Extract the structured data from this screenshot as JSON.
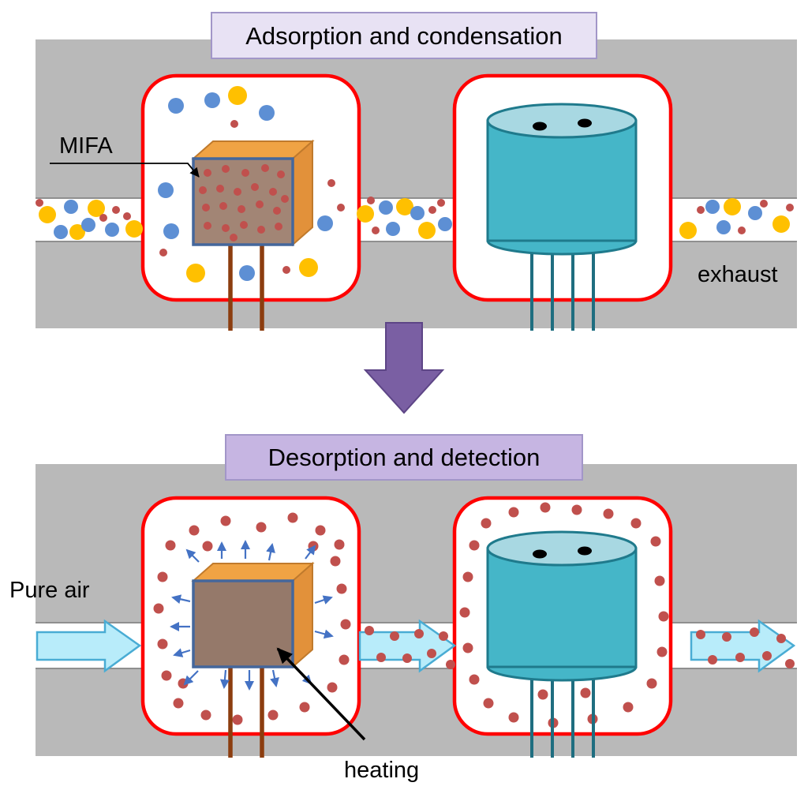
{
  "stage1": {
    "title": "Adsorption and condensation",
    "mifa_label": "MIFA",
    "exhaust_label": "exhaust"
  },
  "stage2": {
    "title": "Desorption and detection",
    "pure_air_label": "Pure air",
    "heating_label": "heating"
  },
  "colors": {
    "title1_bg": "#e8e2f4",
    "title2_bg": "#c6b5e2",
    "title_border": "#a296c8",
    "duct_gray": "#b9b9b9",
    "chamber_border_red": "#ff0000",
    "analyte_red": "#c0504d",
    "particle_blue": "#5d8fd4",
    "particle_yellow": "#ffc000",
    "adsorbent_front_brown": "#9c8070",
    "adsorbent_top_orange": "#f0a344",
    "adsorbent_frame_blue": "#44679c",
    "heater_lead_brown": "#8c3d0f",
    "sensor_body_teal": "#45b6c8",
    "sensor_top_teal": "#a8d8e2",
    "flow_arrow_cyan": "#b8ecfa",
    "stage_arrow_purple": "#7a5fa3",
    "desorb_arrow_blue": "#4472c4"
  }
}
